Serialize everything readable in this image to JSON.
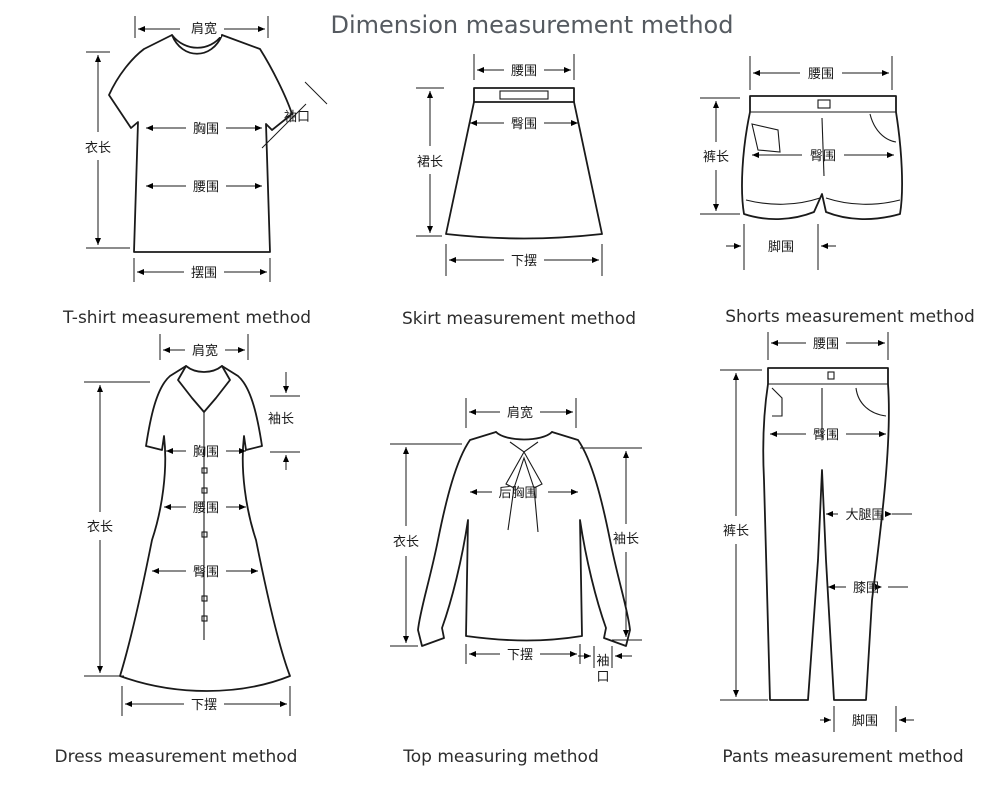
{
  "title": "Dimension measurement method",
  "panels": [
    {
      "caption": "T-shirt measurement method",
      "labels": {
        "shoulder": "肩宽",
        "cuff": "袖口",
        "chest": "胸围",
        "length": "衣长",
        "waist": "腰围",
        "hem": "摆围"
      }
    },
    {
      "caption": "Skirt measurement method",
      "labels": {
        "waist": "腰围",
        "hip": "臀围",
        "length": "裙长",
        "hem": "下摆"
      }
    },
    {
      "caption": "Shorts measurement method",
      "labels": {
        "waist": "腰围",
        "length": "裤长",
        "hip": "臀围",
        "leg": "脚围"
      }
    },
    {
      "caption": "Dress measurement method",
      "labels": {
        "shoulder": "肩宽",
        "sleeve": "袖长",
        "chest": "胸围",
        "waist": "腰围",
        "length": "衣长",
        "hip": "臀围",
        "hem": "下摆"
      }
    },
    {
      "caption": "Top measuring method",
      "labels": {
        "shoulder": "肩宽",
        "chest": "后胸围",
        "length": "衣长",
        "sleeve": "袖长",
        "hem": "下摆",
        "cuff_1": "袖",
        "cuff_2": "口"
      }
    },
    {
      "caption": "Pants measurement method",
      "labels": {
        "waist": "腰围",
        "hip": "臀围",
        "length": "裤长",
        "thigh": "大腿围",
        "knee": "膝围",
        "leg": "脚围"
      }
    }
  ]
}
